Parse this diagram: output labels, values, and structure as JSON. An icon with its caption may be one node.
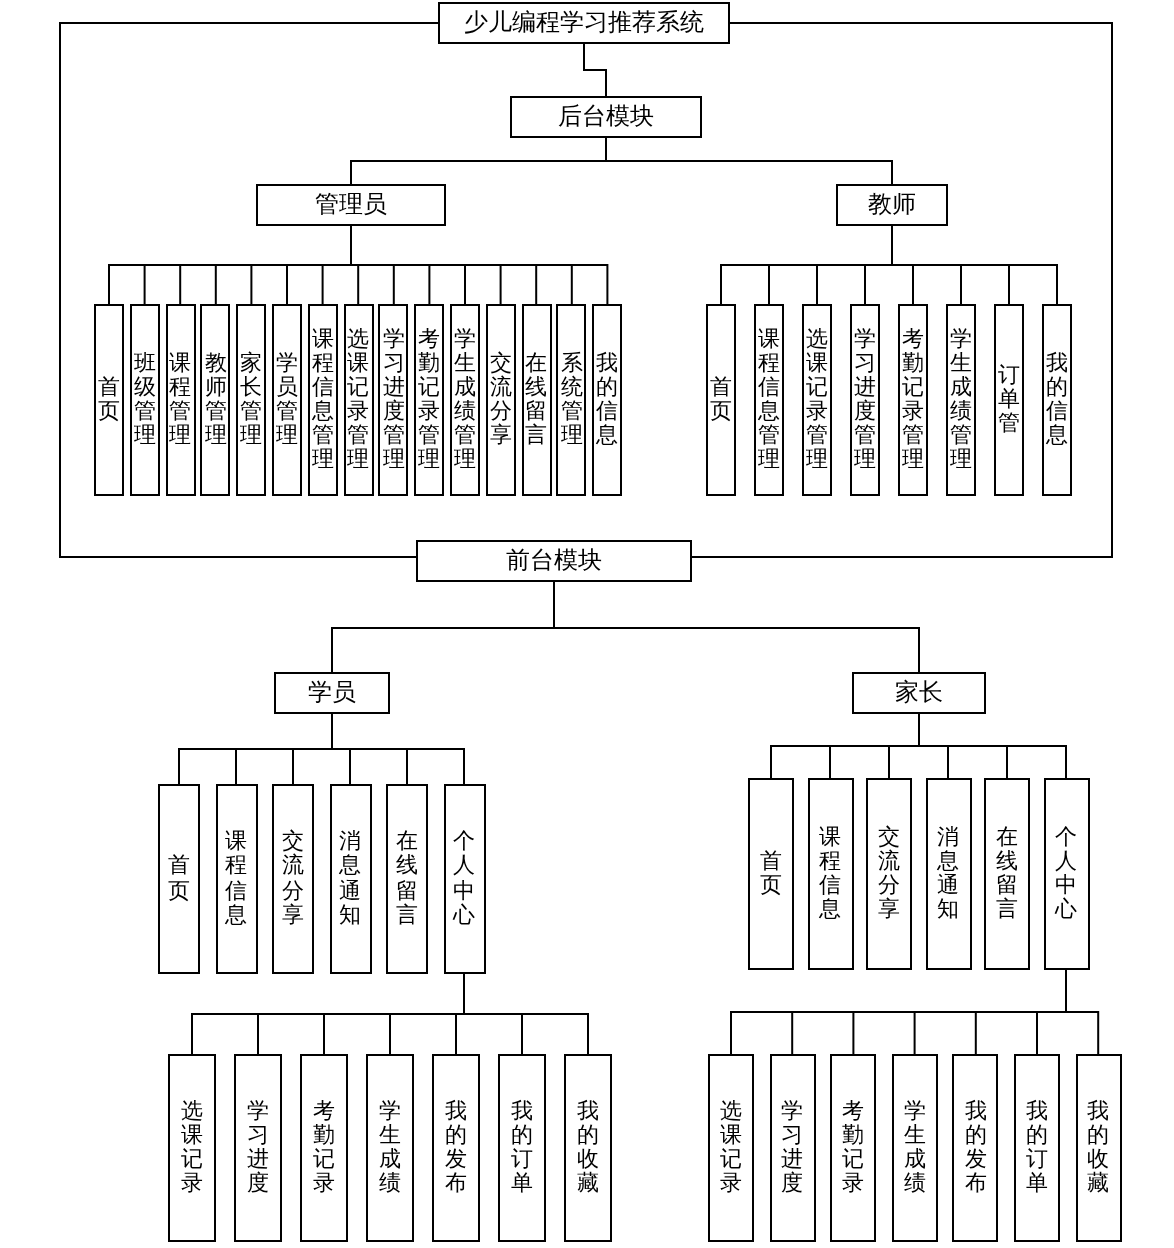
{
  "diagram": {
    "nodes": [
      {
        "text": [
          "少儿编程学习推荐系统"
        ]
      },
      {
        "text": [
          "后台模块"
        ]
      },
      {
        "text": [
          "管理员"
        ]
      },
      {
        "text": [
          "首页"
        ]
      },
      {
        "text": [
          "班级管理"
        ]
      },
      {
        "text": [
          "课程管理"
        ]
      },
      {
        "text": [
          "教师管理"
        ]
      },
      {
        "text": [
          "家长管理"
        ]
      },
      {
        "text": [
          "学员管理"
        ]
      },
      {
        "text": [
          "课程信息管理"
        ]
      },
      {
        "text": [
          "选课记录管理"
        ]
      },
      {
        "text": [
          "学习进度管理"
        ]
      },
      {
        "text": [
          "考勤记录管理"
        ]
      },
      {
        "text": [
          "学生成绩管理"
        ]
      },
      {
        "text": [
          "交流分享"
        ]
      },
      {
        "text": [
          "在线留言"
        ]
      },
      {
        "text": [
          "系统管理"
        ]
      },
      {
        "text": [
          "我的信息"
        ]
      },
      {
        "text": [
          "教师"
        ]
      },
      {
        "text": [
          "首页"
        ]
      },
      {
        "text": [
          "课程信息管理"
        ]
      },
      {
        "text": [
          "选课记录管理"
        ]
      },
      {
        "text": [
          "学习进度管理"
        ]
      },
      {
        "text": [
          "考勤记录管理"
        ]
      },
      {
        "text": [
          "学生成绩管理"
        ]
      },
      {
        "text": [
          "订单管"
        ]
      },
      {
        "text": [
          "我的信息"
        ]
      },
      {
        "text": [
          "前台模块"
        ]
      },
      {
        "text": [
          "学员"
        ]
      },
      {
        "text": [
          "首页"
        ]
      },
      {
        "text": [
          "课程信息"
        ]
      },
      {
        "text": [
          "交流分享"
        ]
      },
      {
        "text": [
          "消息通知"
        ]
      },
      {
        "text": [
          "在线留言"
        ]
      },
      {
        "text": [
          "个人中心"
        ]
      },
      {
        "text": [
          "选课记录"
        ]
      },
      {
        "text": [
          "学习进度"
        ]
      },
      {
        "text": [
          "考勤记录"
        ]
      },
      {
        "text": [
          "学生成绩"
        ]
      },
      {
        "text": [
          "我的发布"
        ]
      },
      {
        "text": [
          "我的订单"
        ]
      },
      {
        "text": [
          "我的收藏"
        ]
      },
      {
        "text": [
          "家长"
        ]
      },
      {
        "text": [
          "首页"
        ]
      },
      {
        "text": [
          "课程信息"
        ]
      },
      {
        "text": [
          "交流分享"
        ]
      },
      {
        "text": [
          "消息通知"
        ]
      },
      {
        "text": [
          "在线留言"
        ]
      },
      {
        "text": [
          "个人中心"
        ]
      },
      {
        "text": [
          "选课记录"
        ]
      },
      {
        "text": [
          "学习进度"
        ]
      },
      {
        "text": [
          "考勤记录"
        ]
      },
      {
        "text": [
          "学生成绩"
        ]
      },
      {
        "text": [
          "我的发布"
        ]
      },
      {
        "text": [
          "我的订单"
        ]
      },
      {
        "text": [
          "我的收藏"
        ]
      }
    ],
    "edges": [
      {
        "from": 0,
        "to": 1,
        "arrow": "none"
      },
      {
        "from": 0,
        "to": 27,
        "arrow": "none"
      },
      {
        "from": 0,
        "to": 27,
        "arrow": "none"
      },
      {
        "from": 1,
        "to": 2,
        "arrow": "none"
      },
      {
        "from": 1,
        "to": 18,
        "arrow": "none"
      },
      {
        "from": 2,
        "to": 3,
        "arrow": "none"
      },
      {
        "from": 2,
        "to": 4,
        "arrow": "none"
      },
      {
        "from": 2,
        "to": 5,
        "arrow": "none"
      },
      {
        "from": 2,
        "to": 6,
        "arrow": "none"
      },
      {
        "from": 2,
        "to": 7,
        "arrow": "none"
      },
      {
        "from": 2,
        "to": 8,
        "arrow": "none"
      },
      {
        "from": 2,
        "to": 9,
        "arrow": "none"
      },
      {
        "from": 2,
        "to": 10,
        "arrow": "none"
      },
      {
        "from": 2,
        "to": 11,
        "arrow": "none"
      },
      {
        "from": 2,
        "to": 12,
        "arrow": "none"
      },
      {
        "from": 2,
        "to": 13,
        "arrow": "none"
      },
      {
        "from": 2,
        "to": 14,
        "arrow": "none"
      },
      {
        "from": 2,
        "to": 15,
        "arrow": "none"
      },
      {
        "from": 2,
        "to": 16,
        "arrow": "none"
      },
      {
        "from": 2,
        "to": 17,
        "arrow": "none"
      },
      {
        "from": 18,
        "to": 19,
        "arrow": "none"
      },
      {
        "from": 18,
        "to": 20,
        "arrow": "none"
      },
      {
        "from": 18,
        "to": 21,
        "arrow": "none"
      },
      {
        "from": 18,
        "to": 22,
        "arrow": "none"
      },
      {
        "from": 18,
        "to": 23,
        "arrow": "none"
      },
      {
        "from": 18,
        "to": 24,
        "arrow": "none"
      },
      {
        "from": 18,
        "to": 25,
        "arrow": "none"
      },
      {
        "from": 18,
        "to": 26,
        "arrow": "none"
      },
      {
        "from": 27,
        "to": 28,
        "arrow": "none"
      },
      {
        "from": 27,
        "to": 42,
        "arrow": "none"
      },
      {
        "from": 28,
        "to": 29,
        "arrow": "none"
      },
      {
        "from": 28,
        "to": 30,
        "arrow": "none"
      },
      {
        "from": 28,
        "to": 31,
        "arrow": "none"
      },
      {
        "from": 28,
        "to": 32,
        "arrow": "none"
      },
      {
        "from": 28,
        "to": 33,
        "arrow": "none"
      },
      {
        "from": 28,
        "to": 34,
        "arrow": "none"
      },
      {
        "from": 34,
        "to": 35,
        "arrow": "none"
      },
      {
        "from": 34,
        "to": 36,
        "arrow": "none"
      },
      {
        "from": 34,
        "to": 37,
        "arrow": "none"
      },
      {
        "from": 34,
        "to": 38,
        "arrow": "none"
      },
      {
        "from": 34,
        "to": 39,
        "arrow": "none"
      },
      {
        "from": 34,
        "to": 40,
        "arrow": "none"
      },
      {
        "from": 34,
        "to": 41,
        "arrow": "none"
      },
      {
        "from": 42,
        "to": 43,
        "arrow": "none"
      },
      {
        "from": 42,
        "to": 44,
        "arrow": "none"
      },
      {
        "from": 42,
        "to": 45,
        "arrow": "none"
      },
      {
        "from": 42,
        "to": 46,
        "arrow": "none"
      },
      {
        "from": 42,
        "to": 47,
        "arrow": "none"
      },
      {
        "from": 42,
        "to": 48,
        "arrow": "none"
      },
      {
        "from": 48,
        "to": 49,
        "arrow": "none"
      },
      {
        "from": 48,
        "to": 50,
        "arrow": "none"
      },
      {
        "from": 48,
        "to": 51,
        "arrow": "none"
      },
      {
        "from": 48,
        "to": 52,
        "arrow": "none"
      },
      {
        "from": 48,
        "to": 53,
        "arrow": "none"
      },
      {
        "from": 48,
        "to": 54,
        "arrow": "none"
      },
      {
        "from": 48,
        "to": 55,
        "arrow": "none"
      }
    ]
  }
}
